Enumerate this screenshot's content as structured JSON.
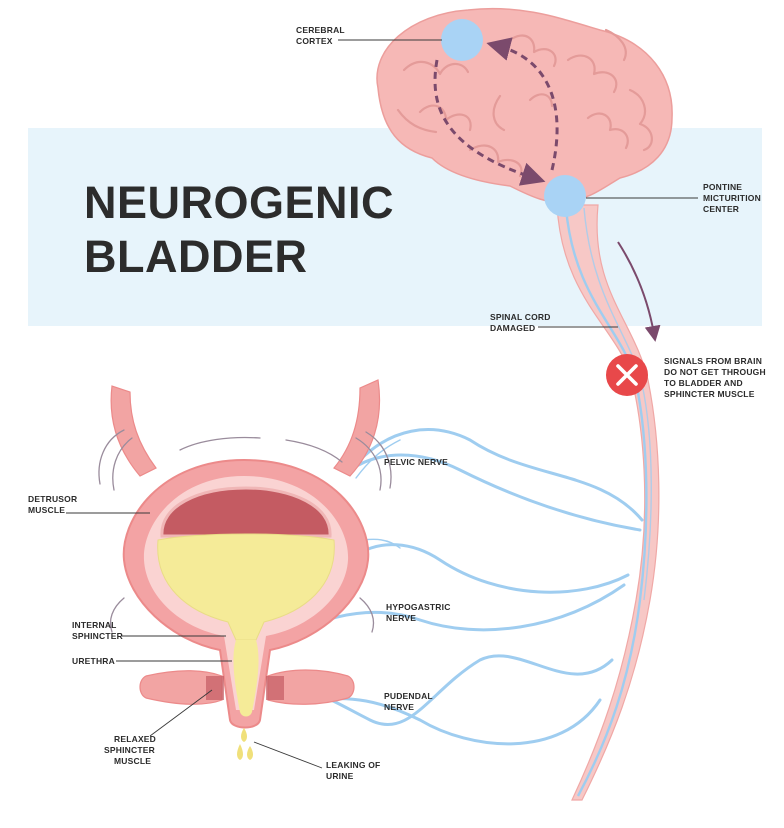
{
  "title": {
    "line1": "NEUROGENIC",
    "line2": "BLADDER"
  },
  "labels": {
    "cerebral_cortex": [
      "CEREBRAL",
      "CORTEX"
    ],
    "pontine_center": [
      "PONTINE",
      "MICTURITION",
      "CENTER"
    ],
    "spinal_cord": [
      "SPINAL CORD",
      "DAMAGED"
    ],
    "signals": [
      "SIGNALS FROM BRAIN",
      "DO NOT GET THROUGH",
      "TO BLADDER AND",
      "SPHINCTER MUSCLE"
    ],
    "pelvic_nerve": [
      "PELVIC NERVE"
    ],
    "detrusor": [
      "DETRUSOR",
      "MUSCLE"
    ],
    "hypogastric": [
      "HYPOGASTRIC",
      "NERVE"
    ],
    "internal_sphincter": [
      "INTERNAL",
      "SPHINCTER"
    ],
    "urethra": [
      "URETHRA"
    ],
    "pudendal": [
      "PUDENDAL",
      "NERVE"
    ],
    "relaxed_sphincter": [
      "RELAXED",
      "SPHINCTER",
      "MUSCLE"
    ],
    "leaking": [
      "LEAKING OF",
      "URINE"
    ]
  },
  "colors": {
    "title_band": "#e7f4fb",
    "tissue": "#f7c2c0",
    "tissue_outline": "#ec8a8a",
    "brain": "#f6b8b6",
    "nerve": "#9fcdf0",
    "node": "#a9d3f5",
    "urine": "#f5eb98",
    "detrusor_wall": "#c45b62",
    "signal_path": "#7b4a6c",
    "blocked": "#e8484a"
  },
  "icons": [
    "blocked-x-icon",
    "signal-arrow-icon"
  ]
}
